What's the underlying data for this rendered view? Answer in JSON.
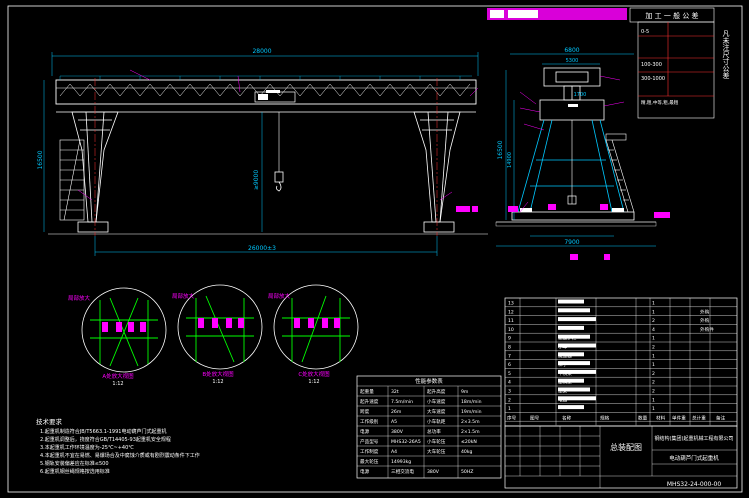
{
  "drawing": {
    "top_stamp": "加 工 一 般 公 差",
    "tolerance_rows": [
      "0-5",
      "100-300",
      "300-1000",
      "精,粗,中等,粗,最粗"
    ],
    "side_text": "凡未注尺寸公差",
    "span_dim": "28000",
    "bottom_dim": "26000±3",
    "left_height_dim": "16500",
    "hook_height_dim": "≥9000",
    "side_width_top": "6800",
    "side_inner_dim": "5300",
    "side_rail_dim": "1700",
    "side_bottom_dim": "7900",
    "side_height_dim": "16500",
    "side_height_dim2": "14900"
  },
  "details": [
    {
      "callout": "局部放大",
      "caption": "A处放大视图",
      "scale": "1:12"
    },
    {
      "callout": "局部放大",
      "caption": "B处放大视图",
      "scale": "1:12"
    },
    {
      "callout": "局部放大",
      "caption": "C处放大视图",
      "scale": "1:12"
    }
  ],
  "notes": {
    "title": "技术要求",
    "items": [
      "1.起重机制造符合JB/T5663.1-1991电动葫芦门式起重机",
      "2.起重机调整后，挠度符合GB/T14405-93起重机安全规程",
      "3.本起重机工作环境温度为-25℃~+40℃",
      "4.本起重机不宜在易燃、易爆场合及中腐蚀介质或有剧烈震动条件下工作",
      "5.钢轨安装偏差应在标准≤500",
      "6.起重机钢丝绳规格按选用标准"
    ]
  },
  "params": {
    "title": "性能参数表",
    "rows": [
      [
        "起重量",
        "32t",
        "起升高度",
        "9m"
      ],
      [
        "起升速度",
        "7.5m/min",
        "小车速度",
        "18m/min"
      ],
      [
        "跨度",
        "26m",
        "大车速度",
        "19m/min"
      ],
      [
        "工作级别",
        "A5",
        "小车轨距",
        "2×3.5m"
      ],
      [
        "电源",
        "380V",
        "总功率",
        "2×1.5m"
      ],
      [
        "产品型号",
        "MHS32-26A5",
        "小车轮压",
        "≤20kN"
      ],
      [
        "工作制度",
        "A4",
        "大车轮压",
        "40kg"
      ],
      [
        "最大轮压",
        "14993kg",
        "",
        ""
      ],
      [
        "电源",
        "三相交流电",
        "380V",
        "50HZ"
      ]
    ]
  },
  "bom": {
    "row_numbers": [
      "13",
      "12",
      "11",
      "10",
      "9",
      "8",
      "7",
      "6",
      "5",
      "4",
      "3",
      "2",
      "1"
    ],
    "names": [
      "",
      "",
      "",
      "",
      "支腿护栏",
      "小车",
      "减速器",
      "梯子",
      "下横梁",
      "上横梁",
      "主梁",
      "电器",
      ""
    ],
    "right_text": [
      "",
      "外购",
      "外购",
      "外购件",
      "",
      "",
      "",
      "",
      "",
      "",
      "",
      "",
      ""
    ],
    "weights": [
      "1",
      "1",
      "2",
      "4",
      "1",
      "2",
      "1",
      "1",
      "2",
      "2",
      "2",
      "1",
      "1"
    ],
    "header": [
      "序号",
      "图号",
      "名称",
      "规格",
      "数量",
      "材料",
      "单件重",
      "总计重",
      "备注"
    ]
  },
  "titleblock": {
    "company": "钢结构(集团)起重机械工程有限公司",
    "drawing_title": "总装配图",
    "product": "电动葫芦门式起重机",
    "code": "MHS32-24-000-00"
  },
  "colors": {
    "bg": "#000000",
    "structure": "#ffffff",
    "dimension": "#00c8ff",
    "leader": "#ff00ff",
    "highlight": "#ffffff",
    "detail_line": "#00ff00",
    "notes": "#ffffff",
    "accent": "#ff3030"
  }
}
